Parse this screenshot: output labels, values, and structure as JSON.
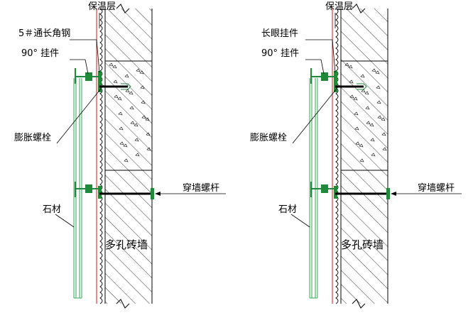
{
  "panels": [
    {
      "labels": {
        "insulation": "保温层",
        "angle_steel": "5＃通长角钢",
        "hanger": "90° 挂件",
        "expansion_bolt": "膨胀螺栓",
        "through_bolt": "穿墙螺杆",
        "stone": "石材",
        "wall": "多孔砖墙"
      }
    },
    {
      "labels": {
        "insulation": "保温层",
        "long_eye_hanger": "长眼挂件",
        "hanger": "90° 挂件",
        "expansion_bolt": "膨胀螺栓",
        "through_bolt": "穿墙螺杆",
        "stone": "石材",
        "wall": "多孔砖墙"
      }
    }
  ],
  "colors": {
    "line": "#000000",
    "stone": "#2fa84f",
    "insulation_face": "#d94040",
    "bracket": "#1f8a3a",
    "hatch": "#000000"
  }
}
